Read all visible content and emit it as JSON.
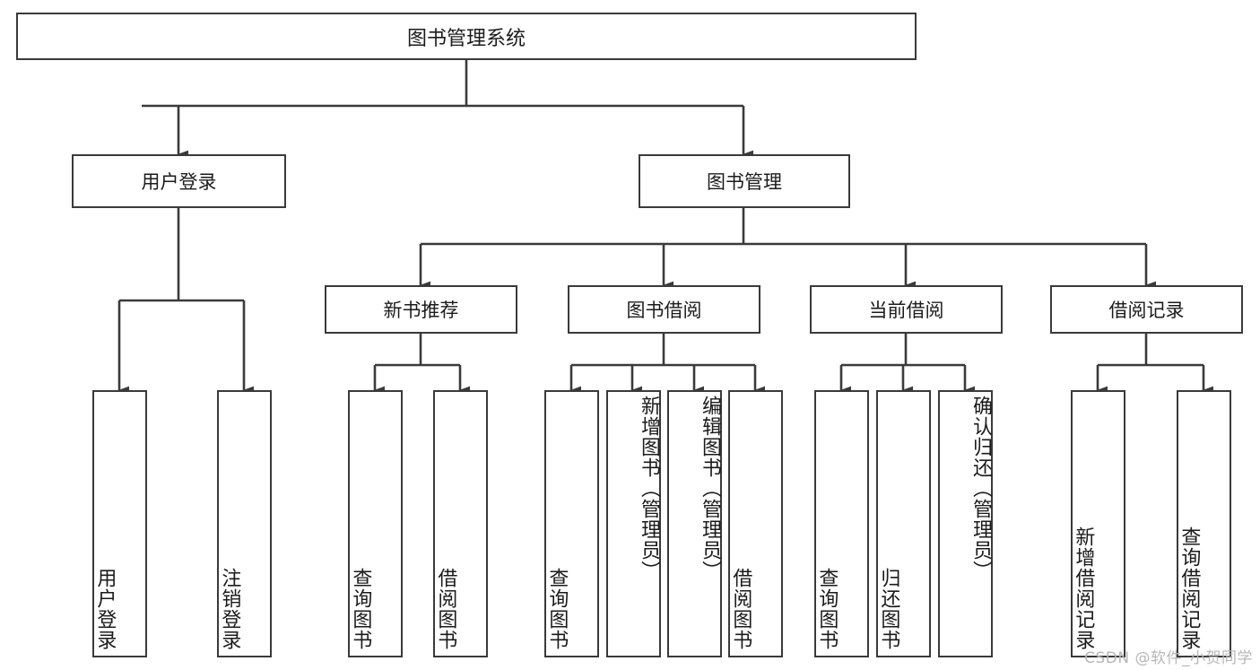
{
  "diagram": {
    "title": "图书管理系统",
    "type": "tree",
    "root": {
      "id": "root",
      "label": "图书管理系统"
    },
    "level2": [
      {
        "id": "user-login",
        "label": "用户登录"
      },
      {
        "id": "book-manage",
        "label": "图书管理"
      }
    ],
    "level3": [
      {
        "id": "new-book-recommend",
        "label": "新书推荐",
        "parent": "book-manage"
      },
      {
        "id": "book-borrow",
        "label": "图书借阅",
        "parent": "book-manage"
      },
      {
        "id": "current-borrow",
        "label": "当前借阅",
        "parent": "book-manage"
      },
      {
        "id": "borrow-record",
        "label": "借阅记录",
        "parent": "book-manage"
      }
    ],
    "leaves": [
      {
        "id": "leaf-user-login",
        "label": "用户登录",
        "parent": "user-login"
      },
      {
        "id": "leaf-user-logout",
        "label": "注销登录",
        "parent": "user-login"
      },
      {
        "id": "leaf-query-book-1",
        "label": "查询图书",
        "parent": "new-book-recommend"
      },
      {
        "id": "leaf-borrow-book-1",
        "label": "借阅图书",
        "parent": "new-book-recommend"
      },
      {
        "id": "leaf-query-book-2",
        "label": "查询图书",
        "parent": "book-borrow"
      },
      {
        "id": "leaf-add-book",
        "label": "新增图书（管理员）",
        "parent": "book-borrow"
      },
      {
        "id": "leaf-edit-book",
        "label": "编辑图书（管理员）",
        "parent": "book-borrow"
      },
      {
        "id": "leaf-borrow-book-2",
        "label": "借阅图书",
        "parent": "book-borrow"
      },
      {
        "id": "leaf-query-book-3",
        "label": "查询图书",
        "parent": "current-borrow"
      },
      {
        "id": "leaf-return-book",
        "label": "归还图书",
        "parent": "current-borrow"
      },
      {
        "id": "leaf-confirm-return",
        "label": "确认归还（管理员）",
        "parent": "current-borrow"
      },
      {
        "id": "leaf-add-record",
        "label": "新增借阅记录",
        "parent": "borrow-record"
      },
      {
        "id": "leaf-query-record",
        "label": "查询借阅记录",
        "parent": "borrow-record"
      }
    ]
  },
  "watermark": {
    "text": "CSDN @软件_小贺同学"
  },
  "colors": {
    "border": "#3a3a3a",
    "background": "#ffffff",
    "text": "#1b1b1b",
    "watermark": "#b7b7b7"
  }
}
